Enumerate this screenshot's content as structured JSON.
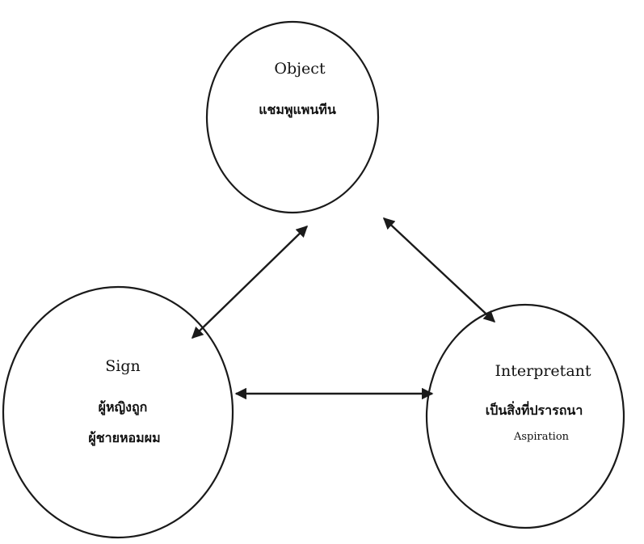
{
  "nodes": {
    "object": {
      "title": "Object",
      "lines": [
        "แชมพูแพนทีน"
      ]
    },
    "sign": {
      "title": "Sign",
      "lines": [
        "ผู้หญิงถูก",
        "ผู้ชายหอมผม"
      ]
    },
    "interpretant": {
      "title": "Interpretant",
      "lines": [
        "เป็นสิ่งที่ปรารถนา",
        "Aspiration"
      ]
    }
  },
  "edges": [
    {
      "from": "sign",
      "to": "object",
      "arrows": "both"
    },
    {
      "from": "object",
      "to": "interpretant",
      "arrows": "both"
    },
    {
      "from": "sign",
      "to": "interpretant",
      "arrows": "both"
    }
  ],
  "colors": {
    "stroke": "#1a1a1a",
    "text": "#111111",
    "background": "#ffffff"
  }
}
